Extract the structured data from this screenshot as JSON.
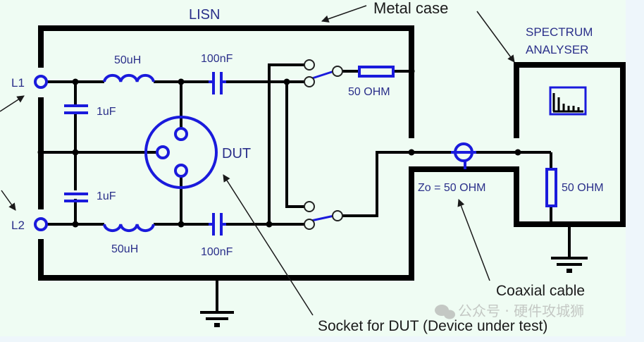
{
  "diagram": {
    "title": "LISN",
    "labels": {
      "lisn": "LISN",
      "metal_case": "Metal case",
      "spectrum_analyser_line1": "SPECTRUM",
      "spectrum_analyser_line2": "ANALYSER",
      "l1": "L1",
      "l2": "L2",
      "inductor_top": "50uH",
      "inductor_bottom": "50uH",
      "cap_top_series": "100nF",
      "cap_bottom_series": "100nF",
      "cap_top_shunt": "1uF",
      "cap_bottom_shunt": "1uF",
      "dut": "DUT",
      "resistor_lisn": "50 OHM",
      "resistor_analyser": "50 OHM",
      "coax_impedance": "Zo = 50 OHM",
      "coaxial_cable": "Coaxial cable",
      "socket_for_dut": "Socket for DUT (Device under test)",
      "watermark": "公众号 · 硬件攻城狮"
    },
    "colors": {
      "wire": "#000000",
      "component": "#1a1adc",
      "label_blue": "#2a2f8a",
      "label_black": "#1a1a1a",
      "background": "#effcf3"
    }
  }
}
